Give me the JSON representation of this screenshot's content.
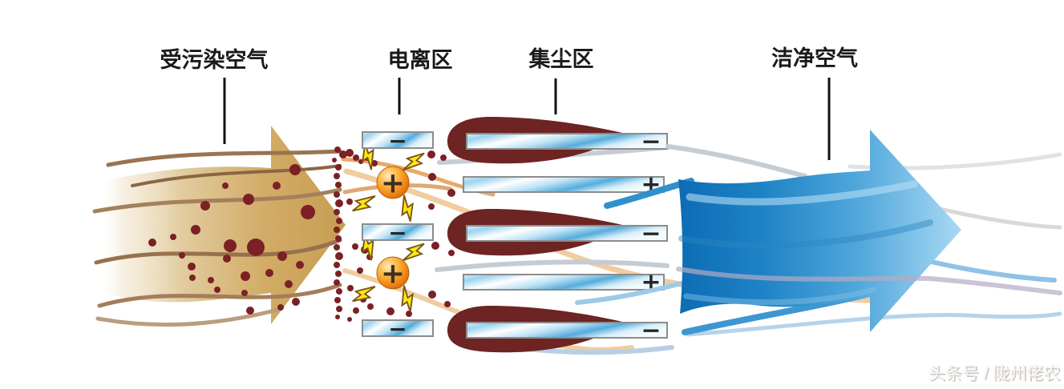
{
  "diagram": {
    "title_note": "electrostatic air purifier working principle",
    "labels": {
      "polluted_air": "受污染空气",
      "ionization_zone": "电离区",
      "dust_collection_zone": "集尘区",
      "clean_air": "洁净空气"
    },
    "ionizer": {
      "ground_plates": [
        {
          "sign": "−"
        },
        {
          "sign": "−"
        },
        {
          "sign": "−"
        }
      ],
      "discharge_electrodes": [
        {
          "sign": "+"
        },
        {
          "sign": "+"
        }
      ]
    },
    "collector": {
      "plates": [
        {
          "sign": "−",
          "dust_collected": true
        },
        {
          "sign": "+",
          "dust_collected": false
        },
        {
          "sign": "−",
          "dust_collected": true
        },
        {
          "sign": "+",
          "dust_collected": false
        },
        {
          "sign": "−",
          "dust_collected": true
        }
      ]
    },
    "watermark": "头条号 / 陇州佬农",
    "colors": {
      "polluted_arrow": "#c9a157",
      "clean_arrow": "#1878be",
      "particle": "#7b2125",
      "dust_blob": "#6d2423",
      "electrode_orb": "#f7941d",
      "spark": "#ffe812",
      "plate_blue": "#5eb1de",
      "label_text": "#1a1a1a"
    }
  }
}
